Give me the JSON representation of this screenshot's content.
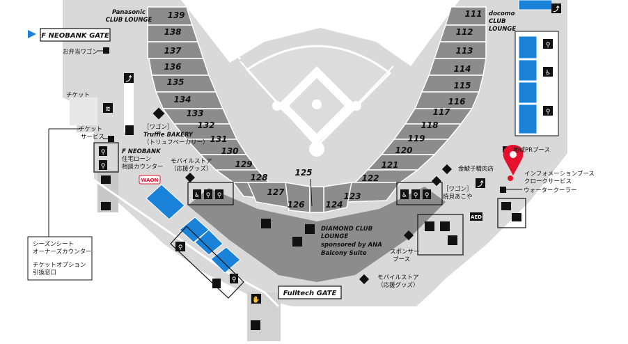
{
  "map": {
    "gates": {
      "f_neobank": "F NEOBANK GATE",
      "fulltech": "Fulltech GATE"
    },
    "lounges": {
      "panasonic": [
        "Panasonic",
        "CLUB LOUNGE"
      ],
      "docomo": [
        "docomo",
        "CLUB",
        "LOUNGE"
      ],
      "diamond": [
        "DIAMOND CLUB",
        "LOUNGE",
        "sponsored by ANA",
        "Balcony Suite"
      ]
    },
    "sections_left": [
      "139",
      "138",
      "137",
      "136",
      "135",
      "134",
      "133",
      "132",
      "131",
      "130",
      "129",
      "128",
      "127",
      "126"
    ],
    "sections_right": [
      "111",
      "112",
      "113",
      "114",
      "115",
      "116",
      "117",
      "118",
      "119",
      "120",
      "121",
      "122",
      "123",
      "124"
    ],
    "section_center": "125",
    "labels": {
      "bento": "お弁当ワゴン",
      "ticket": "チケット",
      "ticket_service": [
        "チケット",
        "サービス"
      ],
      "neobank_counter": [
        "F NEOBANK",
        "住宅ローン",
        "相談カウンター"
      ],
      "truffle": [
        "［ワゴン］",
        "Truffle BAKERY",
        "（トリュフベーカリー）"
      ],
      "mobile_store_left": [
        "モバイルストア",
        "（応援グッズ）"
      ],
      "waon": "WAON",
      "season_seat": [
        "シーズンシート",
        "オーナーズカウンター",
        "",
        "チケットオプション",
        "引換窓口"
      ],
      "kinshishi": "金鯱子精肉店",
      "yakikaiakoya": [
        "［ワゴン］",
        "焼貝あこや"
      ],
      "sponsor_booth": [
        "スポンサー",
        "ブース"
      ],
      "mobile_store_right": [
        "モバイルストア",
        "（応援グッズ）"
      ],
      "local_pr": "地域PRブース",
      "info_booth": [
        "インフォメーションブース",
        "クロークサービス"
      ],
      "water_cooler": "ウォータークーラー",
      "aed": "AED"
    },
    "icons": [
      "escalator-icon",
      "elevator-icon",
      "restroom-icon",
      "wheelchair-icon",
      "location-pin-icon",
      "smoking-area-icon"
    ],
    "colors": {
      "concourse": "#d9d9d9",
      "stands": "#8c8c8c",
      "field": "#dcdcdc",
      "blue_seating": "#1a82d9",
      "pin": "#e8112d",
      "gate_arrow": "#1a82d9"
    }
  }
}
